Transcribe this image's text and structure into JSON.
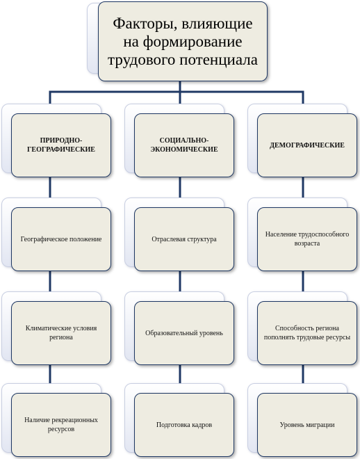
{
  "title": "Факторы, влияющие на формирование трудового потенциала",
  "columns": [
    {
      "heading": "ПРИРОДНО-ГЕОГРАФИЧЕСКИЕ",
      "items": [
        "Географическое положение",
        "Климатические условия региона",
        "Наличие рекреационных ресурсов"
      ]
    },
    {
      "heading": "СОЦИАЛЬНО-ЭКОНОМИЧЕСКИЕ",
      "items": [
        "Отраслевая структура",
        "Образовательный уровень",
        "Подготовка кадров"
      ]
    },
    {
      "heading": "ДЕМОГРАФИЧЕСКИЕ",
      "items": [
        "Население трудоспособного возраста",
        "Способность региона пополнять трудовые ресурсы",
        "Уровень миграции"
      ]
    }
  ],
  "colors": {
    "connector": "#1f3864",
    "box_border": "#1f3864",
    "box_fill": "#eeece1"
  }
}
